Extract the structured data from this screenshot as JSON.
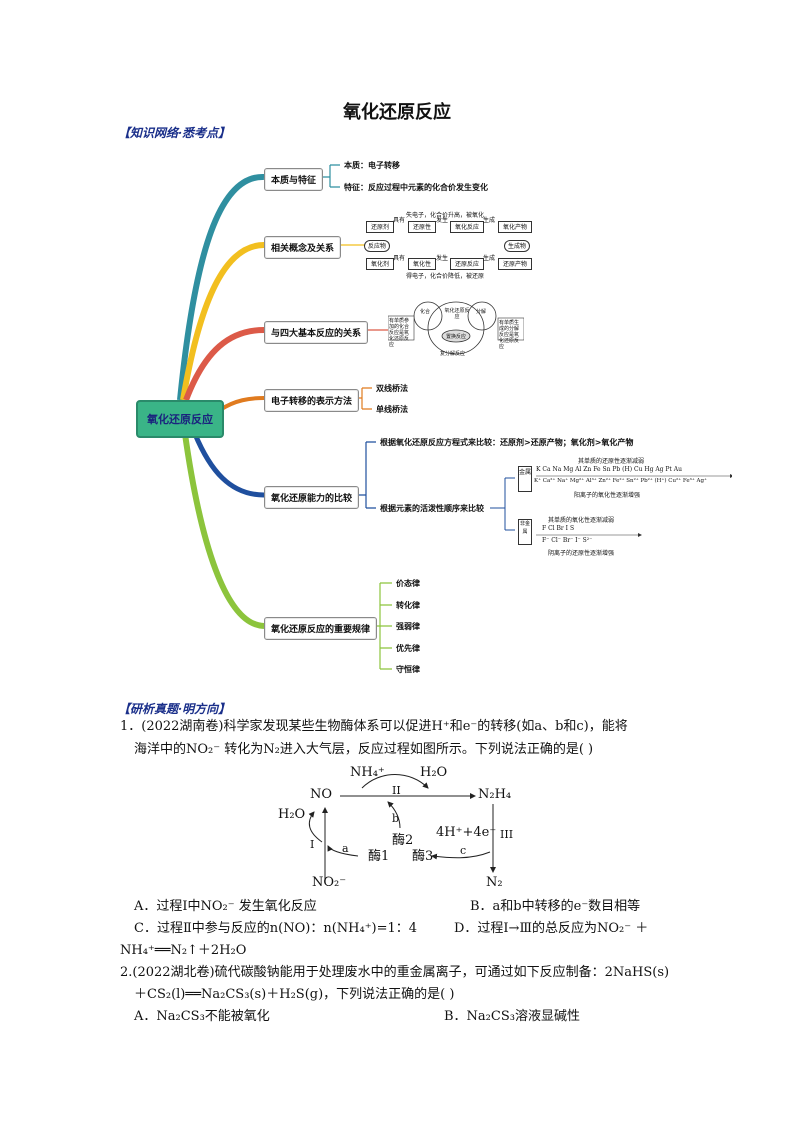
{
  "title": "氧化还原反应",
  "section1": "【知识网络·悉考点】",
  "section2": "【研析真题·明方向】",
  "mindmap": {
    "root": "氧化还原反应",
    "branches": [
      {
        "label": "本质与特征",
        "leaves": [
          "本质：电子转移",
          "特征：反应过程中元素的化合价发生变化"
        ]
      },
      {
        "label": "相关概念及关系",
        "leaves": []
      },
      {
        "label": "与四大基本反应的关系",
        "leaves": []
      },
      {
        "label": "电子转移的表示方法",
        "leaves": [
          "双线桥法",
          "单线桥法"
        ]
      },
      {
        "label": "氧化还原能力的比较",
        "leaves": [
          "根据氧化还原反应方程式来比较：还原剂>还原产物；氧化剂>氧化产物",
          "根据元素的活泼性顺序来比较"
        ]
      },
      {
        "label": "氧化还原反应的重要规律",
        "leaves": [
          "价态律",
          "转化律",
          "强弱律",
          "优先律",
          "守恒律"
        ]
      }
    ],
    "concept_diagram": {
      "top_note": "失电子，化合价升高，被氧化",
      "bottom_note": "得电子，化合价降低，被还原",
      "row1": [
        "还原剂",
        "还原性",
        "氧化反应",
        "氧化产物"
      ],
      "row1_arrows": [
        "具有",
        "发生",
        "生成"
      ],
      "row2": [
        "氧化剂",
        "氧化性",
        "还原反应",
        "还原产物"
      ],
      "row2_arrows": [
        "具有",
        "发生",
        "生成"
      ],
      "left": "反应物",
      "right": "生成物"
    },
    "venn": {
      "left_note": "有单质参加的化合反应是氧化还原反应",
      "right_note": "有单质生成的分解反应是氧化还原反应",
      "labels": [
        "化合",
        "氧化还原反应",
        "分解",
        "置换反应",
        "复分解反应"
      ]
    },
    "metal": {
      "tag": "金属",
      "top": "其单质的还原性逐渐减弱",
      "elements": "K  Ca  Na  Mg  Al  Zn  Fe  Sn  Pb  (H)  Cu  Hg  Ag  Pt  Au",
      "ions": "K⁺ Ca²⁺ Na⁺ Mg²⁺ Al³⁺ Zn²⁺ Fe²⁺ Sn²⁺ Pb²⁺ (H⁺) Cu²⁺ Fe³⁺ Ag⁺",
      "bottom": "阳离子的氧化性逐渐增强"
    },
    "nonmetal": {
      "tag": "非金属",
      "top": "其单质的氧化性逐渐减弱",
      "elements": "F    Cl    Br    I    S",
      "ions": "F⁻   Cl⁻   Br⁻   I⁻   S²⁻",
      "bottom": "阴离子的还原性逐渐增强"
    }
  },
  "q1": {
    "line1": "1．(2022湖南卷)科学家发现某些生物酶体系可以促进H⁺和e⁻的转移(如a、b和c)，能将",
    "line2": "海洋中的NO₂⁻ 转化为N₂进入大气层，反应过程如图所示。下列说法正确的是(      )",
    "diagram": {
      "no": "NO",
      "nh4": "NH₄⁺",
      "h2o_top": "H₂O",
      "n2h4": "N₂H₄",
      "h2o_left": "H₂O",
      "no2": "NO₂⁻",
      "n2": "N₂",
      "ii": "II",
      "i": "I",
      "iii": "III",
      "a": "a",
      "b": "b",
      "c": "c",
      "enzyme1": "酶1",
      "enzyme2": "酶2",
      "enzyme3": "酶3",
      "h_e": "4H⁺+4e⁻"
    },
    "optA": "A．过程Ⅰ中NO₂⁻ 发生氧化反应",
    "optB": "B．a和b中转移的e⁻数目相等",
    "optC": "C．过程Ⅱ中参与反应的n(NO)：n(NH₄⁺)=1：4",
    "optD1": "D．过程Ⅰ→Ⅲ的总反应为NO₂⁻ ＋",
    "optD2": "NH₄⁺══N₂↑＋2H₂O"
  },
  "q2": {
    "line1": "2.(2022湖北卷)硫代碳酸钠能用于处理废水中的重金属离子，可通过如下反应制备：2NaHS(s)",
    "line2": "＋CS₂(l)══Na₂CS₃(s)＋H₂S(g)，下列说法正确的是(      )",
    "optA": "A．Na₂CS₃不能被氧化",
    "optB": "B．Na₂CS₃溶液显碱性"
  },
  "colors": {
    "branch1": "#2f8fa0",
    "branch2": "#f2bf1f",
    "branch3": "#dc5a48",
    "branch4": "#e07b1f",
    "branch5": "#1f4f9e",
    "branch6": "#8cc43c",
    "root": "#3ab487"
  }
}
